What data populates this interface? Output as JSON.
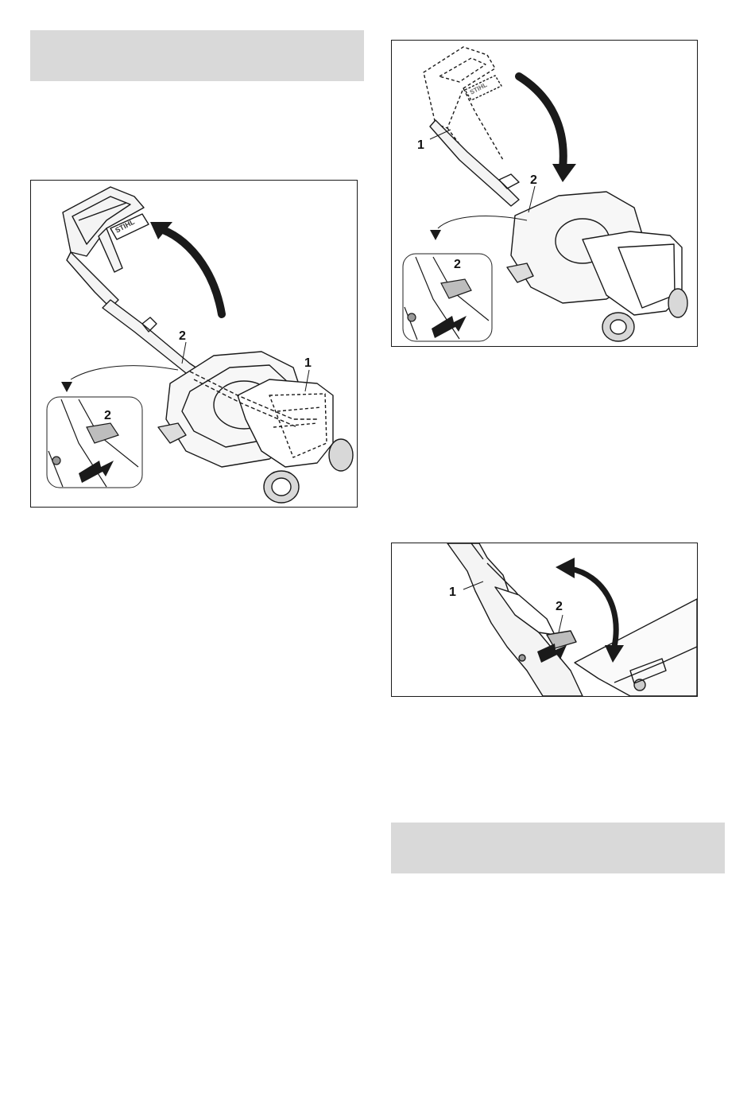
{
  "colors": {
    "heading_bar": "#d9d9d9",
    "line": "#1a1a1a",
    "arrow": "#222222"
  },
  "fig1": {
    "label_1": "1",
    "label_2": "2",
    "inset_label_2": "2",
    "logo": "STIHL"
  },
  "fig2": {
    "label_1": "1",
    "label_2": "2",
    "inset_label_2": "2",
    "logo": "STIHL"
  },
  "fig3": {
    "label_1": "1",
    "label_2": "2"
  }
}
